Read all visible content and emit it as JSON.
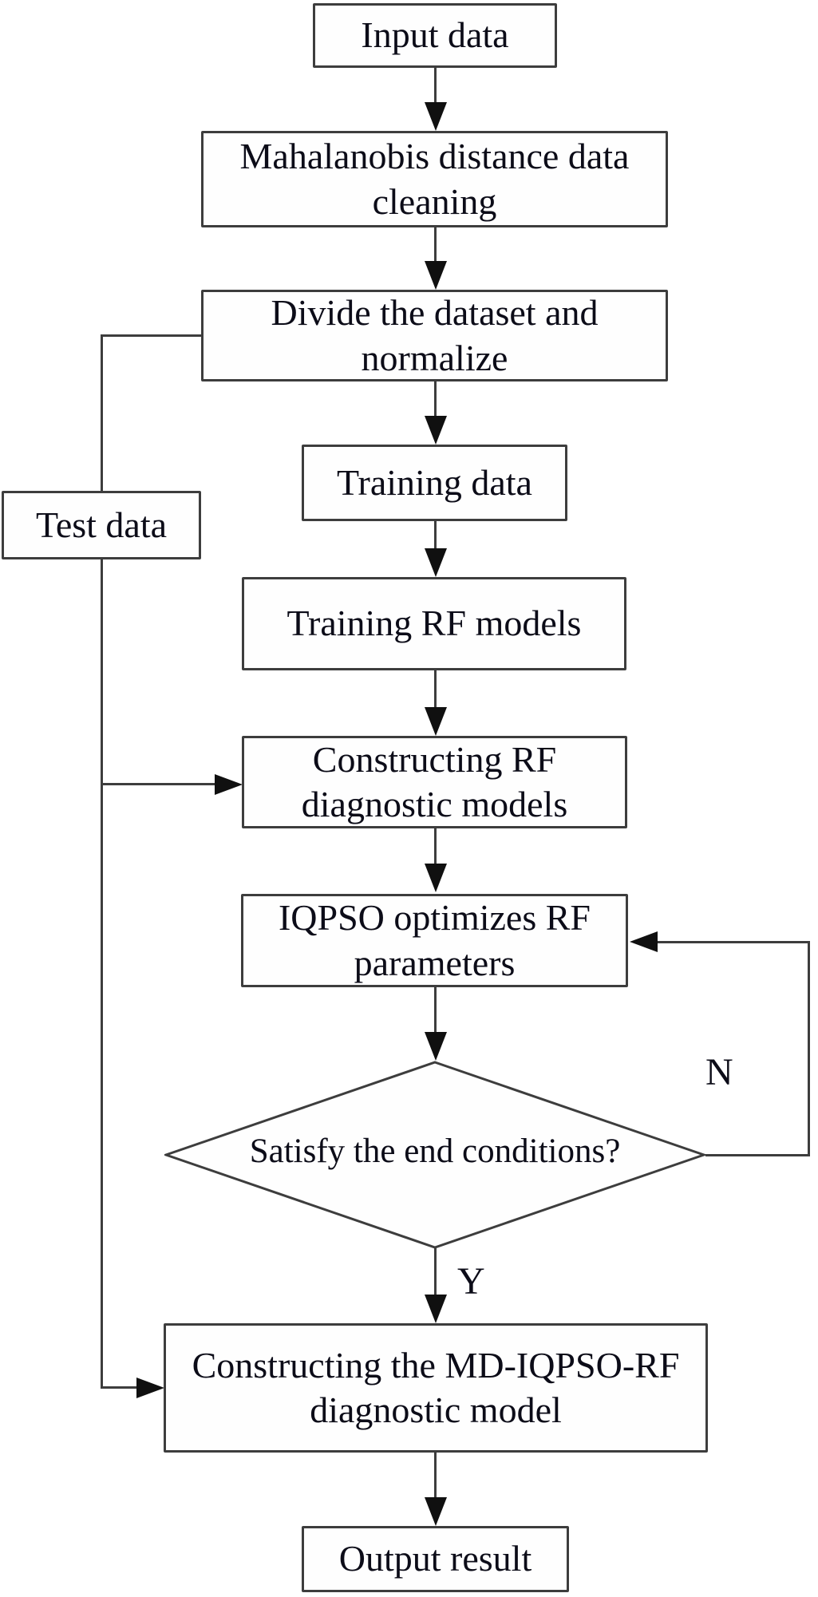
{
  "diagram": {
    "type": "flowchart",
    "colors": {
      "border": "#3d3d3d",
      "line": "#3d3d3d",
      "arrow": "#101010",
      "text": "#0c0c18",
      "background": "#ffffff"
    },
    "nodes": {
      "input": {
        "label": "Input data",
        "shape": "rect"
      },
      "clean": {
        "label": "Mahalanobis distance data cleaning",
        "shape": "rect"
      },
      "divide": {
        "label": "Divide the dataset and normalize",
        "shape": "rect"
      },
      "training_data": {
        "label": "Training data",
        "shape": "rect"
      },
      "test_data": {
        "label": "Test data",
        "shape": "rect"
      },
      "training_rf": {
        "label": "Training RF models",
        "shape": "rect"
      },
      "constructing_rf": {
        "label": "Constructing RF diagnostic models",
        "shape": "rect"
      },
      "iqpso": {
        "label": "IQPSO optimizes RF parameters",
        "shape": "rect"
      },
      "decision": {
        "label": "Satisfy the end conditions?",
        "shape": "diamond"
      },
      "md_model": {
        "label": "Constructing the MD-IQPSO-RF diagnostic model",
        "shape": "rect"
      },
      "output": {
        "label": "Output result",
        "shape": "rect"
      }
    },
    "edge_labels": {
      "yes": "Y",
      "no": "N"
    },
    "edges": [
      "input -> clean",
      "clean -> divide",
      "divide -> training_data",
      "divide -> test_data",
      "training_data -> training_rf",
      "training_rf -> constructing_rf",
      "test_data -> constructing_rf",
      "constructing_rf -> iqpso",
      "iqpso -> decision",
      "decision -N-> iqpso",
      "decision -Y-> md_model",
      "test_data -> md_model",
      "md_model -> output"
    ]
  }
}
